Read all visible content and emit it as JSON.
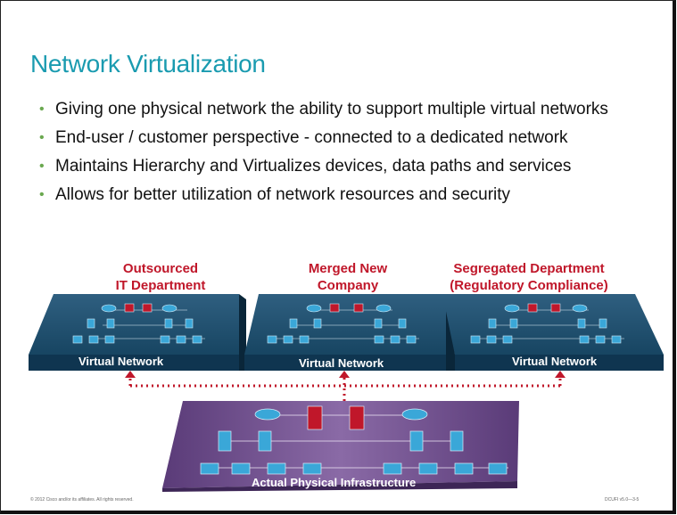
{
  "title": "Network Virtualization",
  "bullets": [
    "Giving one physical network the ability to support multiple virtual networks",
    "End-user / customer perspective - connected to a dedicated network",
    "Maintains Hierarchy and Virtualizes devices, data paths and services",
    "Allows for better utilization of network resources and security"
  ],
  "diagram": {
    "virtual_networks": [
      {
        "heading_line1": "Outsourced",
        "heading_line2": "IT Department",
        "label": "Virtual Network"
      },
      {
        "heading_line1": "Merged New",
        "heading_line2": "Company",
        "label": "Virtual Network"
      },
      {
        "heading_line1": "Segregated Department",
        "heading_line2": "(Regulatory Compliance)",
        "label": "Virtual Network"
      }
    ],
    "physical_label": "Actual Physical Infrastructure"
  },
  "footer": {
    "copyright": "© 2012 Cisco and/or its affiliates. All rights reserved.",
    "code": "DCUFI v5.0—3-5"
  },
  "colors": {
    "title": "#1a9bb0",
    "heading_red": "#c0172a",
    "virtual_network_panel": "#0f3550",
    "physical_panel": "#6c4a86",
    "bullet": "#6aa84f"
  }
}
